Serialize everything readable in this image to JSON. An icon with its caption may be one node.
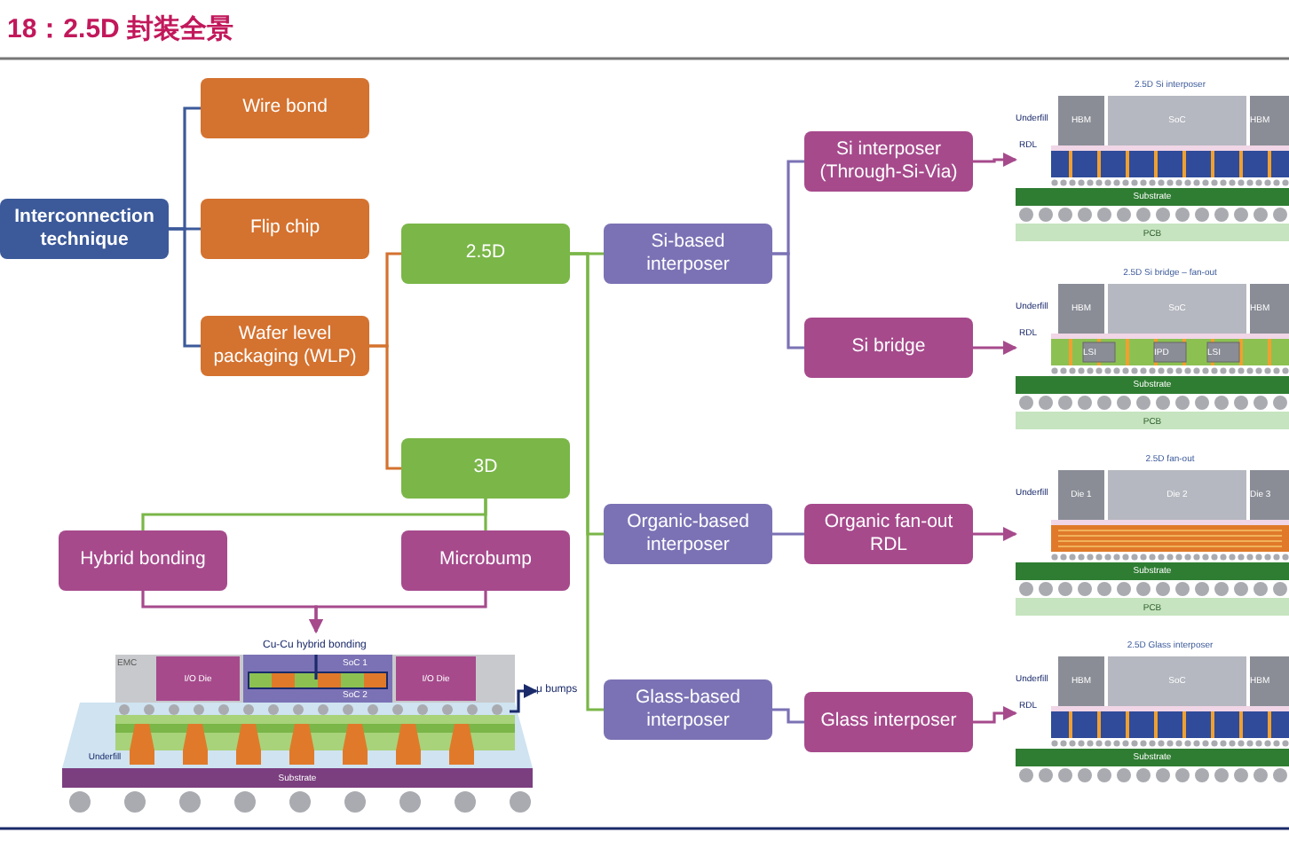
{
  "diagram": {
    "title": "18：2.5D 封装全景",
    "nodes": [
      {
        "text": [
          "Interconnection technique"
        ]
      },
      {
        "text": [
          "Wire bond"
        ]
      },
      {
        "text": [
          "Flip chip"
        ]
      },
      {
        "text": [
          "Wafer level packaging (WLP)"
        ]
      },
      {
        "text": [
          "2.5D"
        ]
      },
      {
        "text": [
          "3D"
        ]
      },
      {
        "text": [
          "Hybrid bonding"
        ]
      },
      {
        "text": [
          "Microbump"
        ]
      },
      {
        "text": [
          "Si-based interposer"
        ]
      },
      {
        "text": [
          "Organic-based interposer"
        ]
      },
      {
        "text": [
          "Glass-based interposer"
        ]
      },
      {
        "text": [
          "Si interposer (Through-Si-Via)"
        ]
      },
      {
        "text": [
          "Si bridge"
        ]
      },
      {
        "text": [
          "Organic fan-out RDL"
        ]
      },
      {
        "text": [
          "Glass interposer"
        ]
      },
      {
        "text": [],
        "shape": "picture"
      },
      {
        "text": [
          "Cu-Cu hybrid bonding"
        ]
      },
      {
        "text": [
          "μ bumps"
        ]
      },
      {
        "text": [],
        "shape": "picture",
        "beside": [
          "2.5D Si interposer"
        ]
      },
      {
        "text": [],
        "shape": "picture",
        "beside": [
          "2.5D Si bridge – fan-out"
        ]
      },
      {
        "text": [],
        "shape": "picture",
        "beside": [
          "2.5D fan-out"
        ]
      },
      {
        "text": [],
        "shape": "picture",
        "beside": [
          "2.5D Glass interposer"
        ]
      }
    ],
    "edges": [
      {
        "from": 0,
        "to": 1,
        "arrow": "none",
        "color": "#3c5a9a"
      },
      {
        "from": 0,
        "to": 2,
        "arrow": "none",
        "color": "#3c5a9a"
      },
      {
        "from": 0,
        "to": 3,
        "arrow": "none",
        "color": "#3c5a9a"
      },
      {
        "from": 3,
        "to": 4,
        "arrow": "none",
        "color": "#d4722f"
      },
      {
        "from": 3,
        "to": 5,
        "arrow": "none",
        "color": "#d4722f"
      },
      {
        "from": 5,
        "to": 6,
        "arrow": "none",
        "color": "#7ab648"
      },
      {
        "from": 5,
        "to": 7,
        "arrow": "none",
        "color": "#7ab648"
      },
      {
        "from": 4,
        "to": 8,
        "arrow": "none",
        "color": "#7ab648"
      },
      {
        "from": 4,
        "to": 9,
        "arrow": "none",
        "color": "#7ab648"
      },
      {
        "from": 4,
        "to": 10,
        "arrow": "none",
        "color": "#7ab648"
      },
      {
        "from": 8,
        "to": 11,
        "arrow": "none",
        "color": "#7b72b5"
      },
      {
        "from": 8,
        "to": 12,
        "arrow": "none",
        "color": "#7b72b5"
      },
      {
        "from": 9,
        "to": 13,
        "arrow": "none",
        "color": "#7b72b5"
      },
      {
        "from": 10,
        "to": 14,
        "arrow": "none",
        "color": "#7b72b5"
      },
      {
        "from": 11,
        "to": 18,
        "arrow": "to"
      },
      {
        "from": 12,
        "to": 19,
        "arrow": "to"
      },
      {
        "from": 13,
        "to": 20,
        "arrow": "to"
      },
      {
        "from": 14,
        "to": 21,
        "arrow": "to"
      },
      {
        "from": 6,
        "to": 15,
        "arrow": "to"
      },
      {
        "from": 7,
        "to": 15,
        "arrow": "to"
      },
      {
        "from": 16,
        "to": 15,
        "arrow": "none",
        "color": "#1a2a6a"
      },
      {
        "from": 15,
        "to": 17,
        "arrow": "to",
        "color": "#1a2a6a"
      }
    ],
    "labels": [
      "EMC",
      "I/O Die",
      "SoC 1",
      "SoC 2",
      "I/O Die",
      "Underfill",
      "Substrate",
      "Underfill",
      "HBM",
      "SoC",
      "HBM",
      "RDL",
      "Substrate",
      "PCB",
      "Underfill",
      "HBM",
      "SoC",
      "HBM",
      "RDL",
      "LSI",
      "IPD",
      "LSI",
      "Substrate",
      "PCB",
      "Underfill",
      "Die 1",
      "Die 2",
      "Die 3",
      "Substrate",
      "PCB",
      "Underfill",
      "HBM",
      "SoC",
      "HBM",
      "RDL",
      "Substrate"
    ]
  }
}
